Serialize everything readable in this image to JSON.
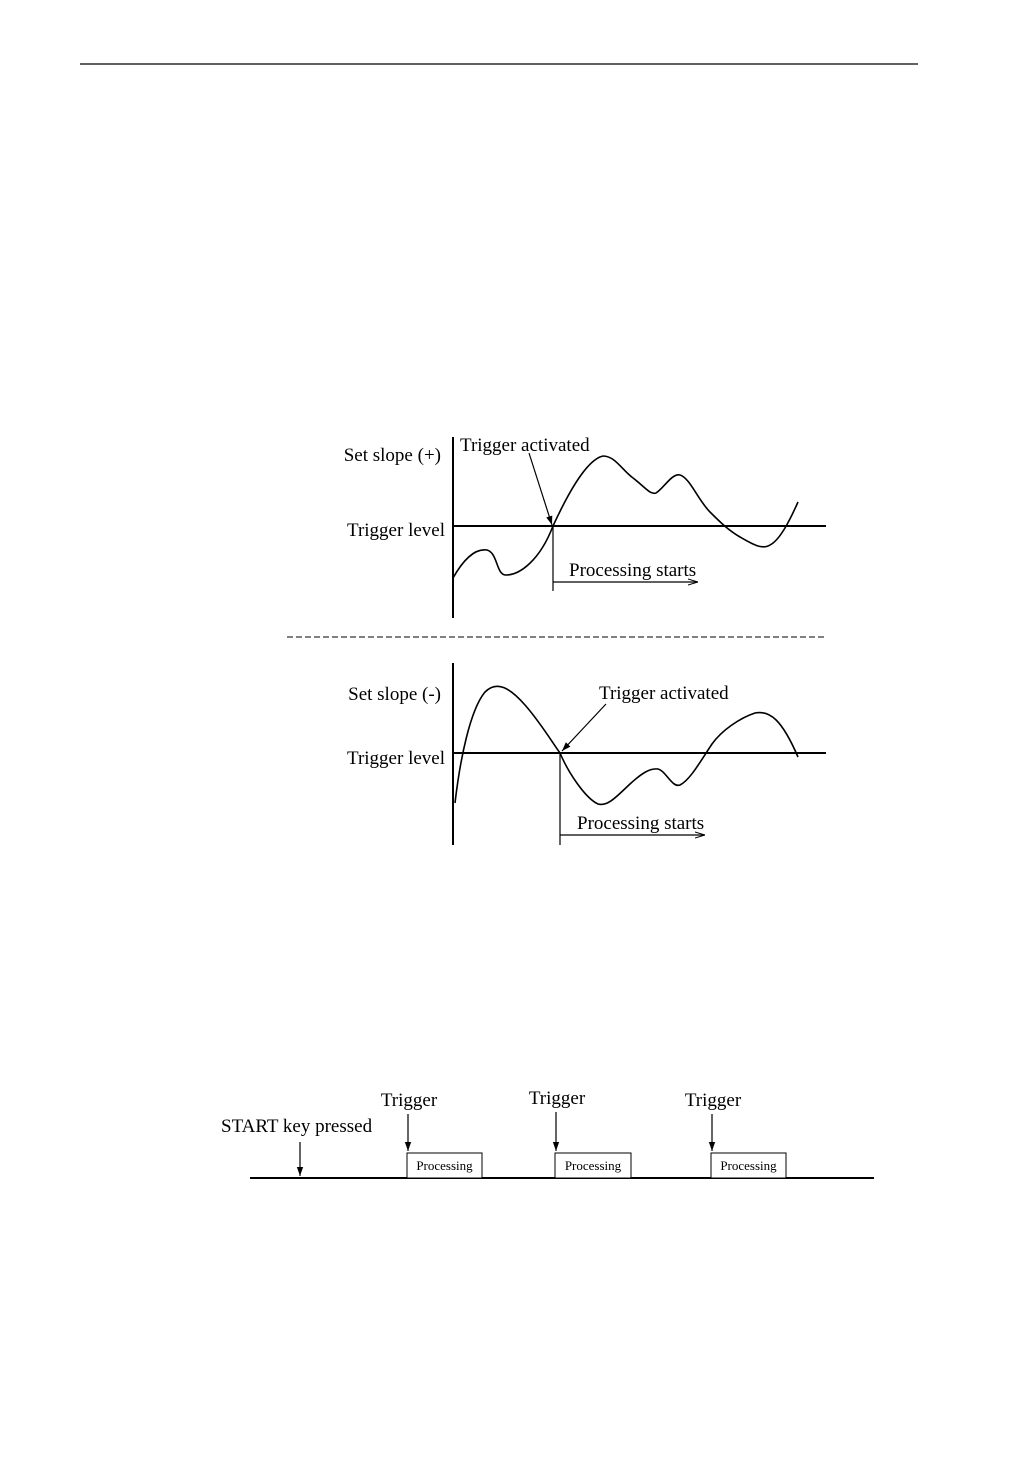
{
  "page": {
    "ink_color": "#000000",
    "background_color": "#ffffff"
  },
  "slope_plus": {
    "slope_label": "Set slope (+)",
    "level_label": "Trigger level",
    "activated_label": "Trigger activated",
    "processing_label": "Processing starts"
  },
  "slope_minus": {
    "slope_label": "Set slope (-)",
    "level_label": "Trigger level",
    "activated_label": "Trigger activated",
    "processing_label": "Processing starts"
  },
  "timeline": {
    "start_label": "START key pressed",
    "triggers": [
      {
        "trigger_label": "Trigger",
        "block_label": "Processing"
      },
      {
        "trigger_label": "Trigger",
        "block_label": "Processing"
      },
      {
        "trigger_label": "Trigger",
        "block_label": "Processing"
      }
    ]
  }
}
